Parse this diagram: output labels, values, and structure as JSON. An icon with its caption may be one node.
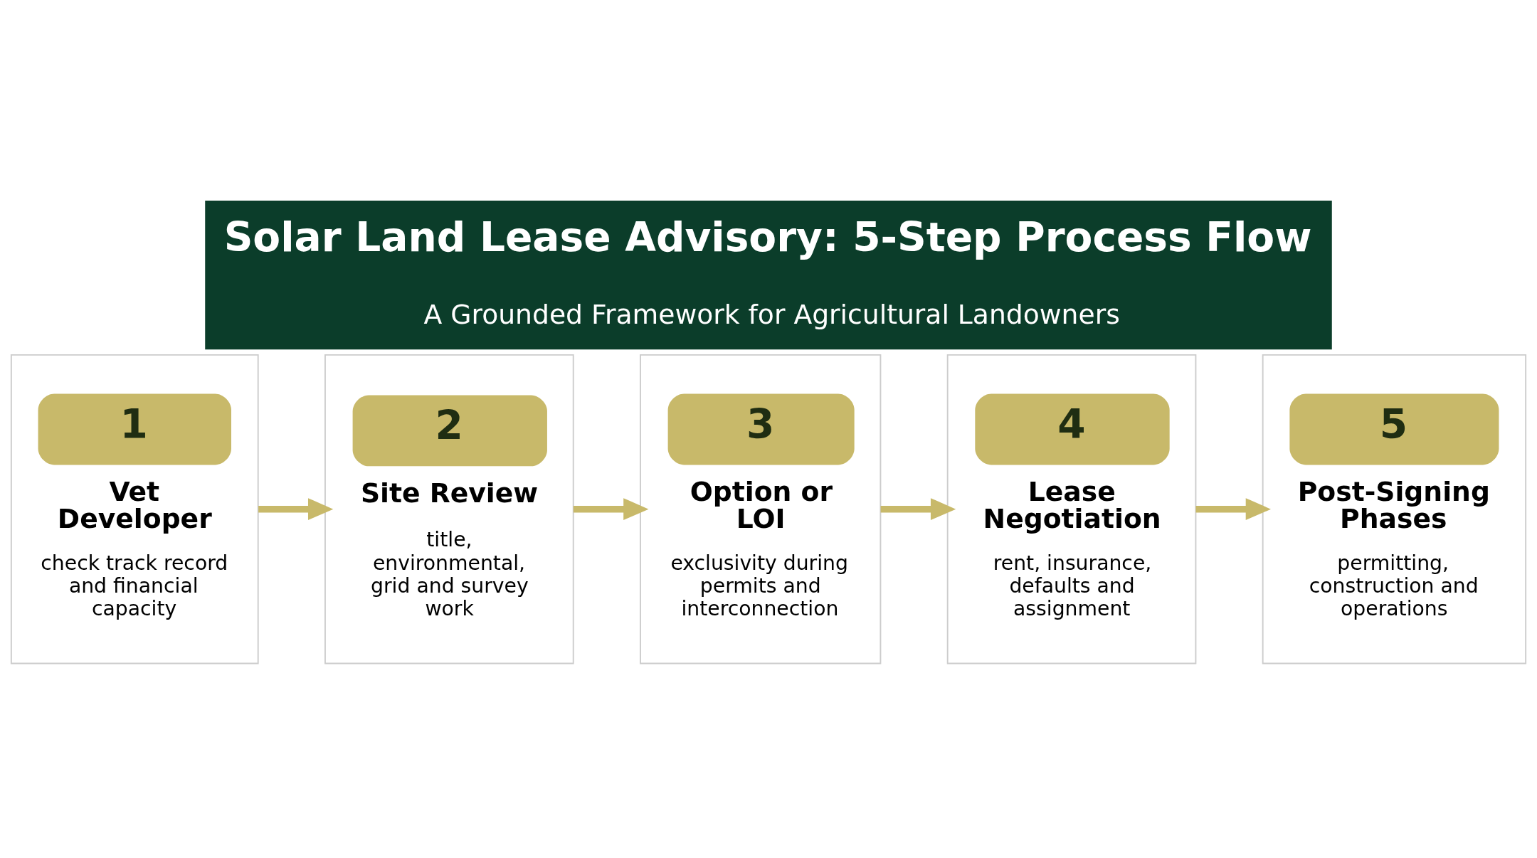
{
  "diagram": {
    "title": "Solar Land Lease Advisory: 5-Step Process Flow",
    "caption": "A Grounded Framework for Agricultural Landowners",
    "nodes": [
      {
        "text": [
          "1",
          "Vet Developer",
          "check track record and financial capacity"
        ]
      },
      {
        "text": [
          "2",
          "Site Review",
          "title, environmental, grid and survey work"
        ]
      },
      {
        "text": [
          "3",
          "Option or LOI",
          "exclusivity during permits and interconnection"
        ]
      },
      {
        "text": [
          "4",
          "Lease Negotiation",
          "rent, insurance, defaults and assignment"
        ]
      },
      {
        "text": [
          "5",
          "Post-Signing Phases",
          "permitting, construction and operations"
        ]
      }
    ],
    "edges": [
      {
        "from": 0,
        "to": 1,
        "arrow": "to"
      },
      {
        "from": 1,
        "to": 2,
        "arrow": "to"
      },
      {
        "from": 2,
        "to": 3,
        "arrow": "to"
      },
      {
        "from": 3,
        "to": 4,
        "arrow": "to"
      }
    ]
  }
}
